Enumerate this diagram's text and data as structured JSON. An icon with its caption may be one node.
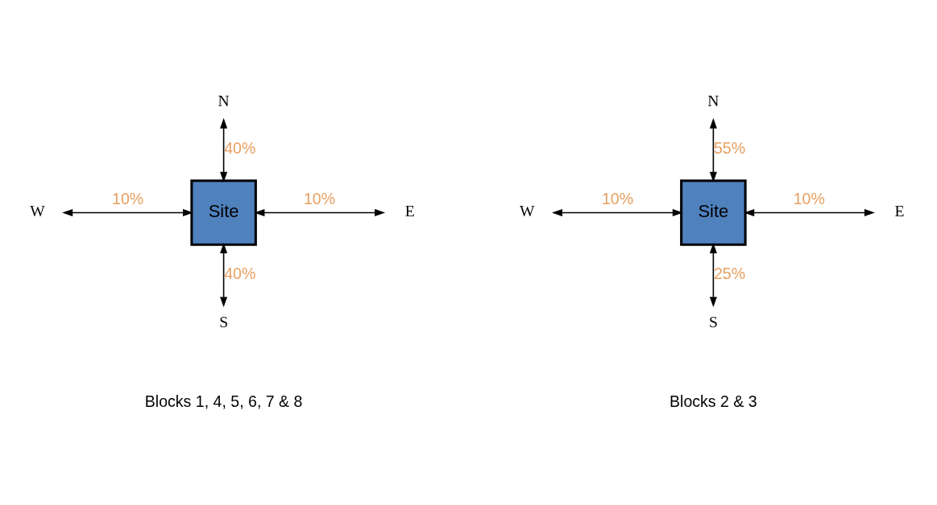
{
  "diagram": {
    "nodes": [
      {
        "text": [
          "N"
        ]
      },
      {
        "text": [
          "W"
        ]
      },
      {
        "text": [
          "Site"
        ]
      },
      {
        "text": [
          "E"
        ]
      },
      {
        "text": [
          "S"
        ]
      },
      {
        "text": [
          "N"
        ]
      },
      {
        "text": [
          "W"
        ]
      },
      {
        "text": [
          "Site"
        ]
      },
      {
        "text": [
          "E"
        ]
      },
      {
        "text": [
          "S"
        ]
      }
    ],
    "edges": [
      {
        "from": 0,
        "to": 2,
        "arrow": "both",
        "label": "40%"
      },
      {
        "from": 1,
        "to": 2,
        "arrow": "both",
        "label": "10%"
      },
      {
        "from": 2,
        "to": 3,
        "arrow": "both",
        "label": "10%"
      },
      {
        "from": 2,
        "to": 4,
        "arrow": "both",
        "label": "40%"
      },
      {
        "from": 5,
        "to": 7,
        "arrow": "both",
        "label": "55%"
      },
      {
        "from": 6,
        "to": 7,
        "arrow": "both",
        "label": "10%"
      },
      {
        "from": 7,
        "to": 8,
        "arrow": "both",
        "label": "10%"
      },
      {
        "from": 7,
        "to": 9,
        "arrow": "both",
        "label": "25%"
      }
    ],
    "labels": [
      "Blocks 1, 4, 5, 6, 7 & 8",
      "Blocks 2 & 3"
    ]
  }
}
